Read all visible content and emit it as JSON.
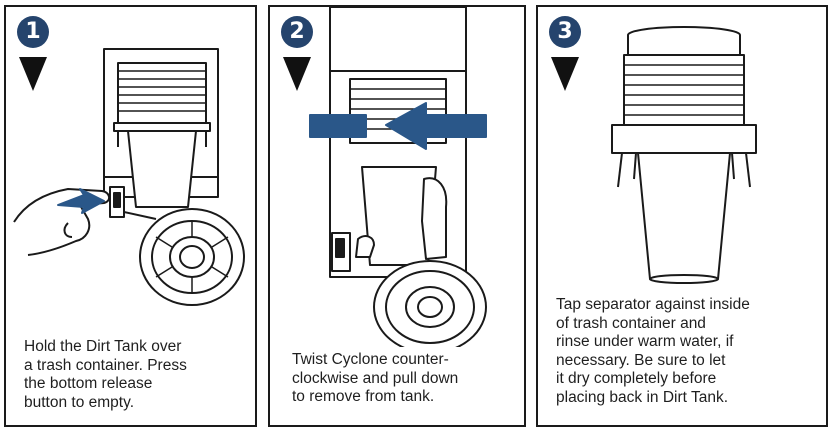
{
  "colors": {
    "badge": "#25446d",
    "arrow": "#2a5789",
    "line": "#1a1a1a",
    "fill": "#ffffff"
  },
  "steps": [
    {
      "number": "1",
      "icon": "down-arrow-step-badge",
      "caption": "Hold the Dirt Tank over\na trash container. Press\nthe bottom release\nbutton to empty."
    },
    {
      "number": "2",
      "icon": "down-arrow-step-badge",
      "caption": "Twist Cyclone counter-\nclockwise and pull down\nto remove from tank."
    },
    {
      "number": "3",
      "icon": "down-arrow-step-badge",
      "caption": "Tap separator against inside\nof trash container and\nrinse under warm water, if\nnecessary. Be sure to let\nit dry completely before\nplacing back in Dirt Tank."
    }
  ]
}
